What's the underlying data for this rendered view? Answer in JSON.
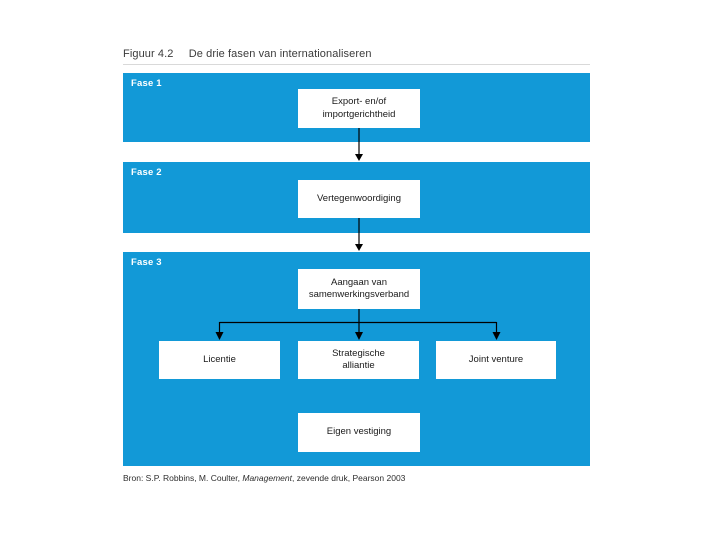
{
  "figure": {
    "number": "Figuur 4.2",
    "caption": "De drie fasen van internationaliseren"
  },
  "phases": {
    "fase1": {
      "label": "Fase 1",
      "box_line1": "Export- en/of",
      "box_line2": "importgerichtheid"
    },
    "fase2": {
      "label": "Fase 2",
      "box": "Vertegenwoordiging"
    },
    "fase3": {
      "label": "Fase 3",
      "top_box_line1": "Aangaan van",
      "top_box_line2": "samenwerkingsverband",
      "option_licentie": "Licentie",
      "option_alliantie_line1": "Strategische",
      "option_alliantie_line2": "alliantie",
      "option_joint_venture": "Joint venture",
      "bottom_box": "Eigen vestiging"
    }
  },
  "source": {
    "prefix": "Bron: S.P. Robbins, M. Coulter, ",
    "italic_title": "Management",
    "suffix": ", zevende druk, Pearson 2003"
  },
  "colors": {
    "band_blue": "#1299d7",
    "box_white": "#ffffff",
    "text_dark": "#1a1a1a",
    "arrow_black": "#000000"
  }
}
